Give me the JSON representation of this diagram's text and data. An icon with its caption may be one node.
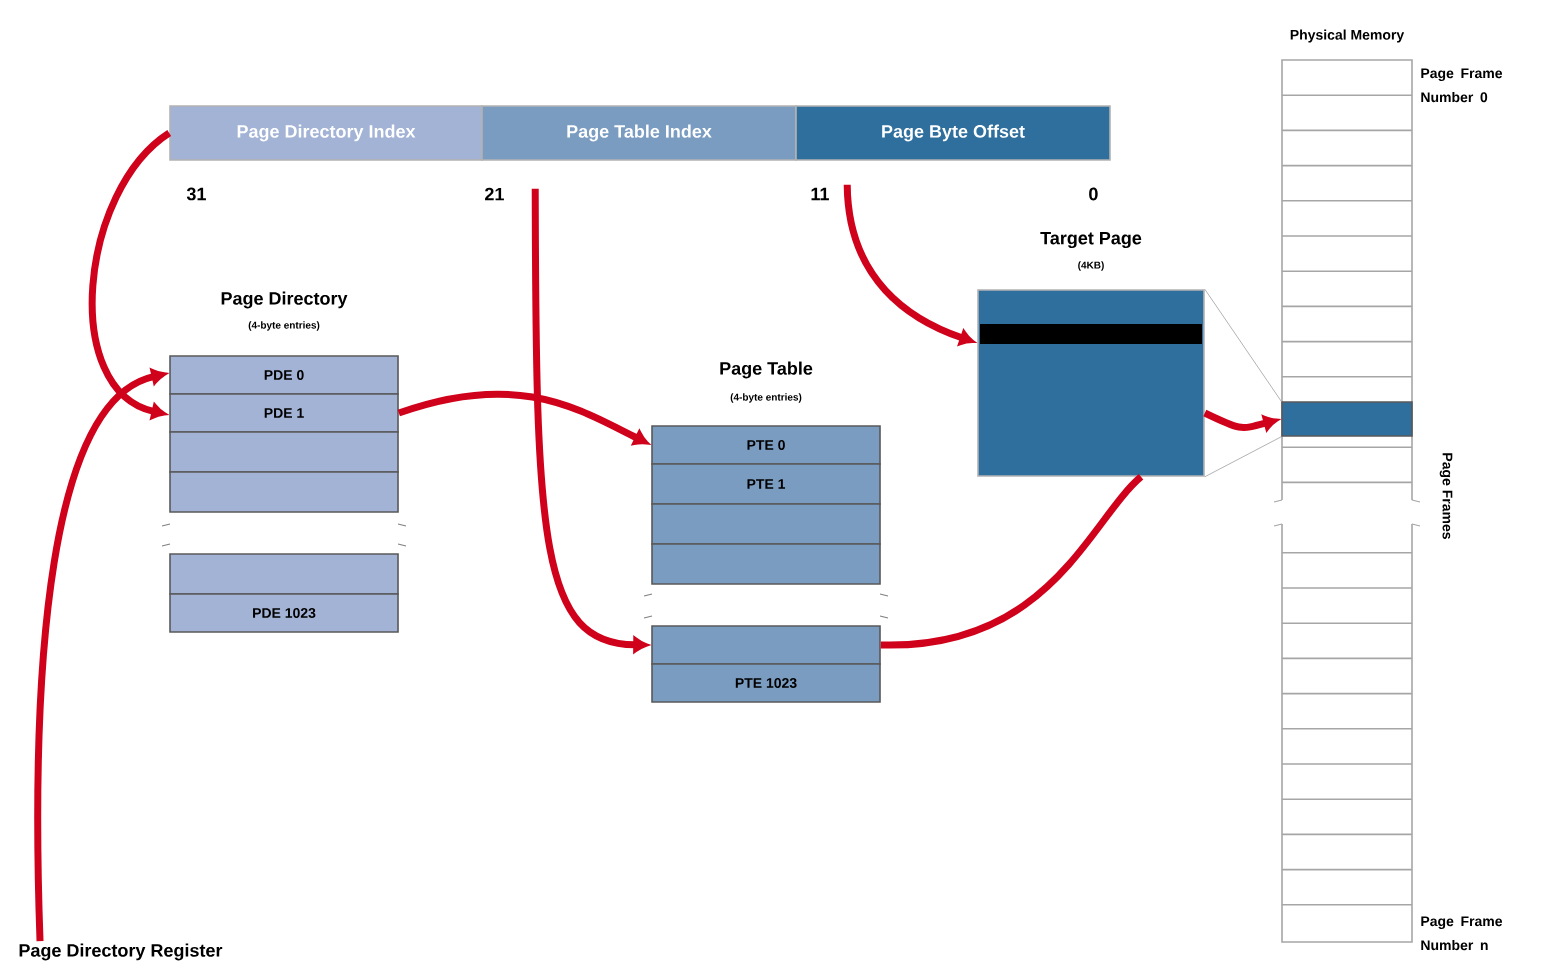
{
  "diagram": {
    "nodes": [
      {
        "text": [
          "Page Directory Index"
        ]
      },
      {
        "text": [
          "Page Table Index"
        ]
      },
      {
        "text": [
          "Page Byte Offset"
        ]
      },
      {
        "text": [
          "PDE 0"
        ]
      },
      {
        "text": [
          "PDE 1"
        ]
      },
      {
        "text": [],
        "shape": "box"
      },
      {
        "text": [],
        "shape": "box"
      },
      {
        "text": [],
        "shape": "box"
      },
      {
        "text": [
          "PDE 1023"
        ]
      },
      {
        "text": [
          "PTE 0"
        ]
      },
      {
        "text": [
          "PTE 1"
        ]
      },
      {
        "text": [],
        "shape": "box"
      },
      {
        "text": [],
        "shape": "box"
      },
      {
        "text": [],
        "shape": "box"
      },
      {
        "text": [
          "PTE 1023"
        ]
      },
      {
        "text": [
          "Target Page",
          "(4KB)"
        ]
      },
      {
        "text": [
          "Physical Memory"
        ]
      },
      {
        "text": [],
        "shape": "box",
        "in": 16
      },
      {
        "text": [
          "Page Directory Register"
        ]
      }
    ],
    "edges": [
      {
        "from": 0,
        "to": 4,
        "arrow": "to"
      },
      {
        "from": 18,
        "to": 3,
        "arrow": "to"
      },
      {
        "from": 4,
        "to": 9,
        "arrow": "to"
      },
      {
        "from": 1,
        "to": 13,
        "arrow": "to"
      },
      {
        "from": 2,
        "to": 15,
        "arrow": "to"
      },
      {
        "from": 13,
        "to": 15,
        "arrow": "none"
      },
      {
        "from": 15,
        "to": 17,
        "arrow": "to"
      },
      {
        "from": 15,
        "to": 17,
        "arrow": "none",
        "color": "#a0a0a0"
      },
      {
        "from": 15,
        "to": 17,
        "arrow": "none",
        "color": "#a0a0a0"
      }
    ],
    "labels": [
      "31",
      "21",
      "11",
      "0",
      "Page Directory",
      "(4-byte entries)",
      "Page Table",
      "(4-byte entries)",
      "Page Frame Number 0",
      "Page Frames",
      "Page Frame Number n"
    ]
  }
}
